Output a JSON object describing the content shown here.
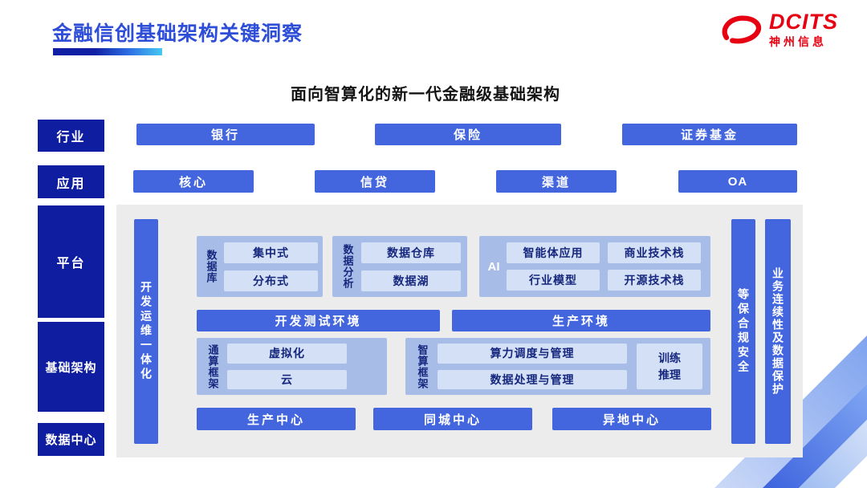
{
  "header": {
    "title": "金融信创基础架构关键洞察",
    "logo_brand": "DCITS",
    "logo_company": "神州信息"
  },
  "subtitle": "面向智算化的新一代金融级基础架构",
  "left_labels": {
    "industry": "行业",
    "application": "应用",
    "platform": "平台",
    "infrastructure": "基础架构",
    "datacenter": "数据中心"
  },
  "industry_row": [
    "银行",
    "保险",
    "证券基金"
  ],
  "application_row": [
    "核心",
    "信贷",
    "渠道",
    "OA"
  ],
  "vertical_bars": {
    "devops": "开发运维一体化",
    "security": "等保合规安全",
    "continuity": "业务连续性及数据保护"
  },
  "groups": {
    "database": {
      "label": "数据库",
      "items": [
        "集中式",
        "分布式"
      ]
    },
    "analytics": {
      "label": "数据分析",
      "items": [
        "数据仓库",
        "数据湖"
      ]
    },
    "ai": {
      "label": "AI",
      "items": [
        "智能体应用",
        "商业技术栈",
        "行业模型",
        "开源技术栈"
      ]
    },
    "general_compute": {
      "label": "通算框架",
      "items": [
        "虚拟化",
        "云"
      ]
    },
    "intelligent_compute": {
      "label": "智算框架",
      "items": [
        "算力调度与管理",
        "数据处理与管理"
      ],
      "side": "训练推理"
    }
  },
  "environments": [
    "开发测试环境",
    "生产环境"
  ],
  "centers": [
    "生产中心",
    "同城中心",
    "异地中心"
  ],
  "colors": {
    "deep_blue": "#0F1EA0",
    "royal_blue": "#4366DF",
    "group_bg": "#A7BDE8",
    "item_bg": "#D3E0F6",
    "item_text": "#16277D",
    "title_blue": "#2E4ED8",
    "logo_red": "#E60012",
    "panel_gray": "#ECECEC"
  }
}
